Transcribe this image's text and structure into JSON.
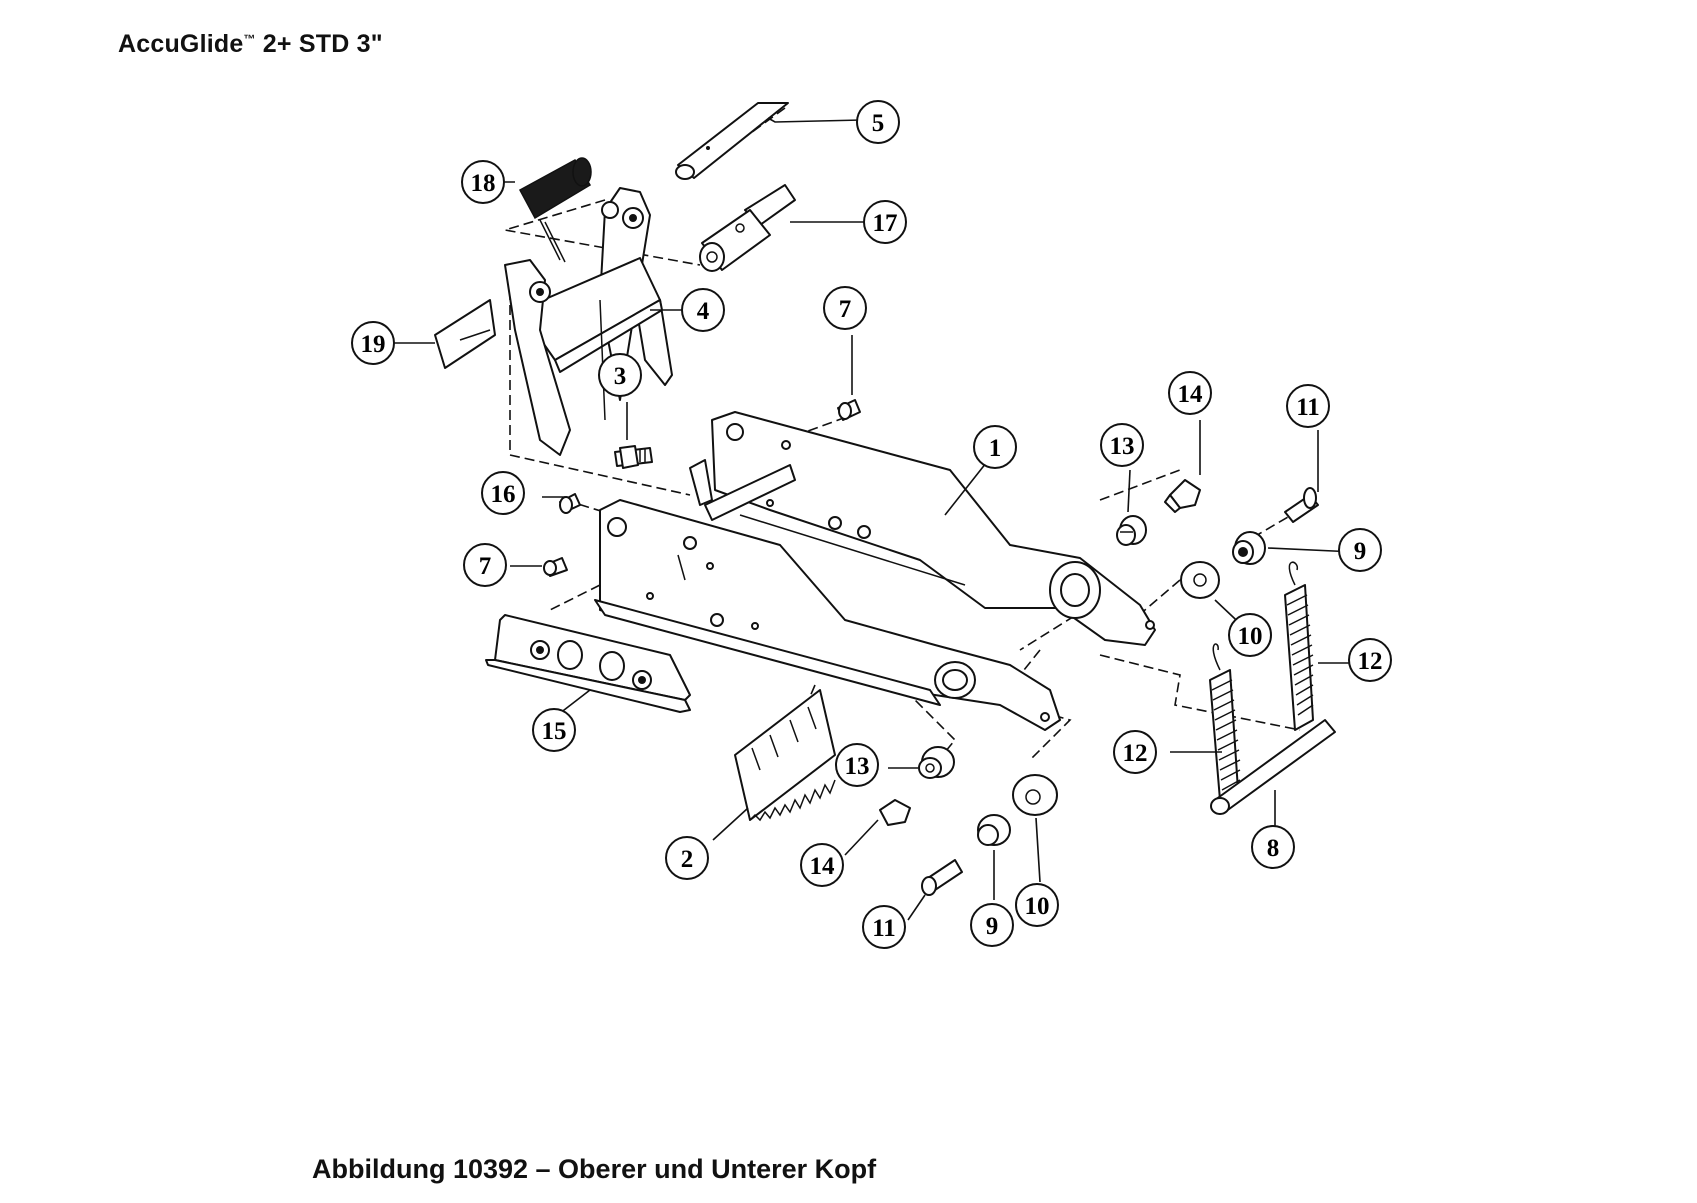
{
  "header": {
    "title_main": "AccuGlide",
    "title_tm": "™",
    "title_rest": " 2+ STD 3\""
  },
  "caption": "Abbildung 10392 – Oberer und Unterer Kopf",
  "callouts": {
    "c1": "1",
    "c2": "2",
    "c3": "3",
    "c4": "4",
    "c5": "5",
    "c7a": "7",
    "c7b": "7",
    "c8": "8",
    "c9a": "9",
    "c9b": "9",
    "c10a": "10",
    "c10b": "10",
    "c11a": "11",
    "c11b": "11",
    "c12a": "12",
    "c12b": "12",
    "c13a": "13",
    "c13b": "13",
    "c14a": "14",
    "c14b": "14",
    "c15": "15",
    "c16": "16",
    "c17": "17",
    "c18": "18",
    "c19": "19"
  }
}
